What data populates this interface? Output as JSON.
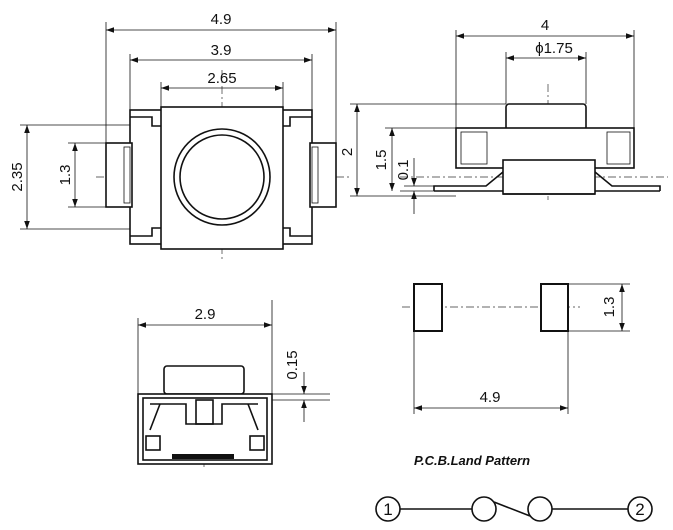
{
  "top_view": {
    "dims": {
      "overall_width": "4.9",
      "pad_span": "3.9",
      "body_width": "2.65",
      "overall_height": "2.35",
      "pad_width": "1.3"
    }
  },
  "side_view": {
    "dims": {
      "body_width": "4",
      "plunger_diameter": "ϕ1.75",
      "total_height": "2",
      "body_height": "1.5",
      "standoff": "0.1"
    }
  },
  "end_view": {
    "dims": {
      "width": "2.9",
      "offset": "0.15"
    }
  },
  "land_pattern": {
    "caption": "P.C.B.Land Pattern",
    "dims": {
      "pad_height": "1.3",
      "pad_spacing": "4.9"
    }
  },
  "schematic": {
    "pin_1": "1",
    "pin_2": "2"
  },
  "colors": {
    "line": "#111111",
    "background": "#ffffff"
  }
}
